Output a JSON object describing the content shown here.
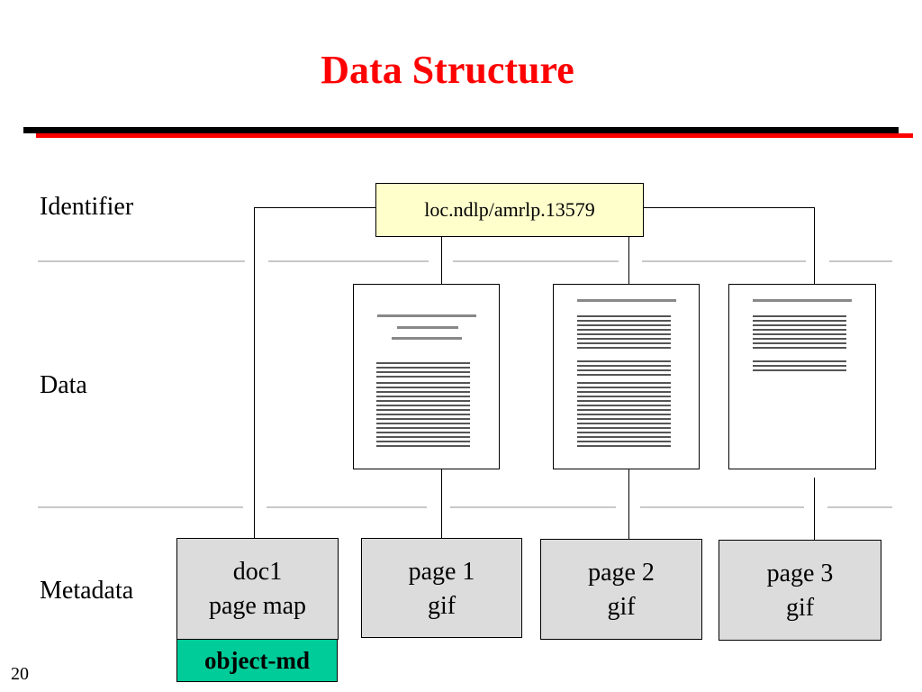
{
  "title": "Data Structure",
  "row_labels": {
    "identifier": "Identifier",
    "data": "Data",
    "metadata": "Metadata"
  },
  "identifier_value": "loc.ndlp/amrlp.13579",
  "metadata_boxes": [
    {
      "line1": "doc1",
      "line2": "page map"
    },
    {
      "line1": "page 1",
      "line2": "gif"
    },
    {
      "line1": "page 2",
      "line2": "gif"
    },
    {
      "line1": "page 3",
      "line2": "gif"
    }
  ],
  "object_md_label": "object-md",
  "slide_number": "20",
  "colors": {
    "title": "#ff0000",
    "rule_black": "#000000",
    "rule_red": "#ff0000",
    "identifier_fill": "#ffffcc",
    "metadata_fill": "#dcdcdc",
    "object_md_fill": "#00cc99"
  }
}
